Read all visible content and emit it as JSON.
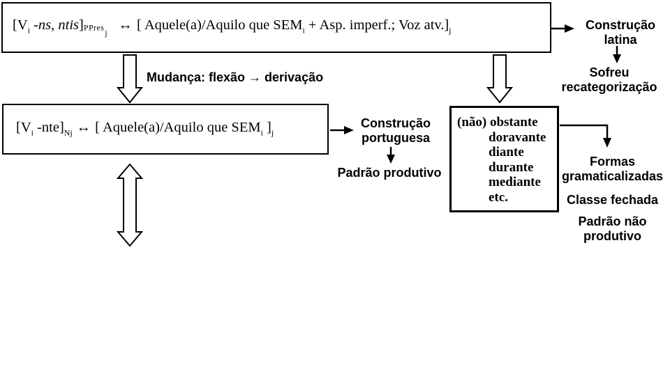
{
  "colors": {
    "ink": "#000000",
    "paper": "#ffffff"
  },
  "latin_box": {
    "open": "[V",
    "sub_i": "i",
    "suffix": " -ns, ntis",
    "close": "]",
    "ppres": "PPres",
    "sub_j": "j",
    "dbl_arrow": "↔",
    "sem_open": "[ Aquele(a)/Aquilo que SEM",
    "sem_sub_i": "i",
    "sem_rest": " + Asp. imperf.; Voz atv.]",
    "sem_sub_j": "j"
  },
  "port_box": {
    "open": "[V",
    "sub_i": "i",
    "suffix": " -nte]",
    "sub_nj": "Nj",
    "dbl_arrow": "↔",
    "sem_open": "[ Aquele(a)/Aquilo que SEM",
    "sem_sub_i": "i",
    "sem_close": " ]",
    "sem_sub_j": "j"
  },
  "labels": {
    "construcao_latina": "Construção latina",
    "sofreu_recategorizacao": "Sofreu recategorização",
    "mudanca": "Mudança: flexão → derivação",
    "construcao_portuguesa": "Construção portuguesa",
    "padrao_produtivo": "Padrão produtivo",
    "formas_gramaticalizadas": "Formas gramaticalizadas",
    "classe_fechada": "Classe fechada",
    "padrao_nao_produtivo": "Padrão não produtivo"
  },
  "word_box": {
    "head": "(não) obstante",
    "items": [
      "doravante",
      "diante",
      "durante",
      "mediante",
      "etc."
    ]
  }
}
